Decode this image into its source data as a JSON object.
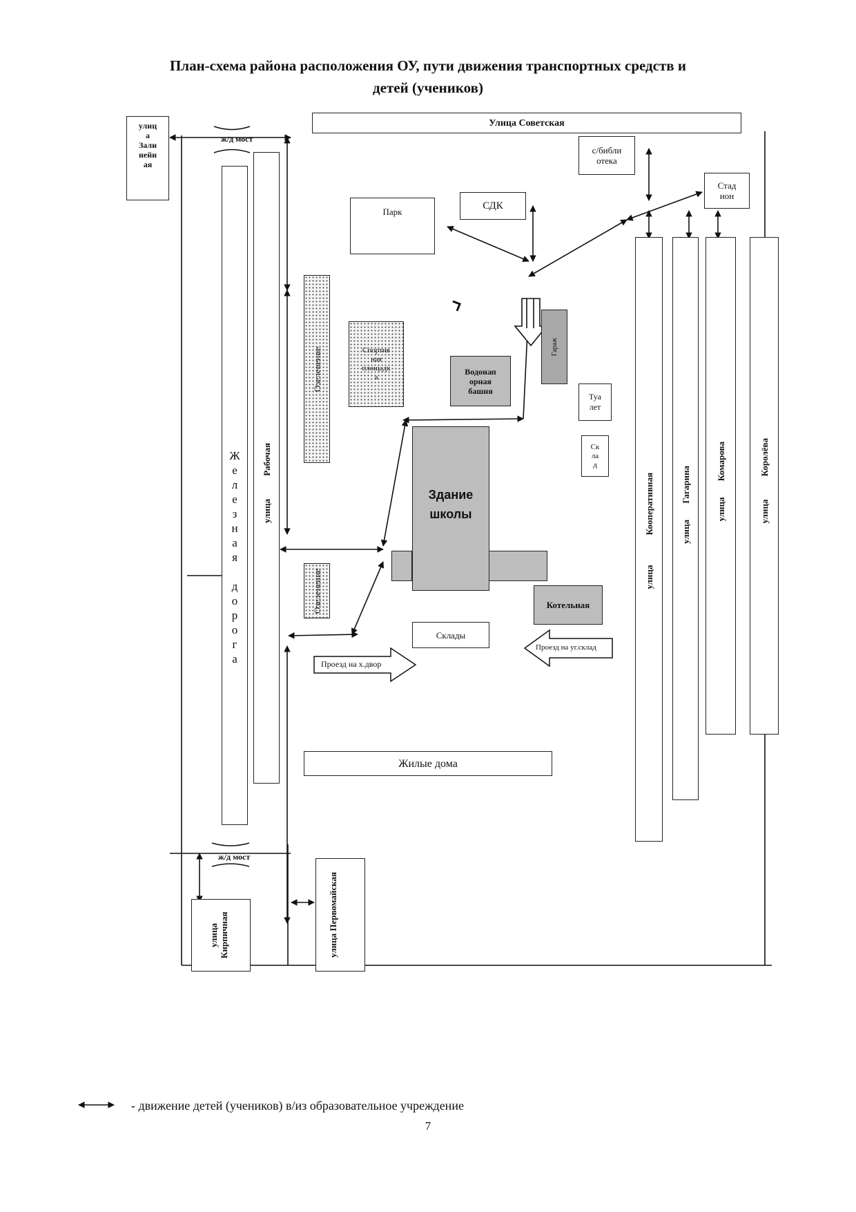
{
  "title": {
    "line1": "План-схема района расположения ОУ, пути движения транспортных средств и",
    "line2": "детей (учеников)"
  },
  "labels": {
    "sovetskaya": "Улица Советская",
    "zalineynaya": "улица Залинейная",
    "zalineynaya_lines": [
      "улиц",
      "а",
      "Зали",
      "нейн",
      "ая"
    ],
    "bridge_top": "ж/д мост",
    "bridge_bottom": "ж/д мост",
    "library_lines": [
      "с/библи",
      "отека"
    ],
    "stadium_lines": [
      "Стад",
      "ион"
    ],
    "park": "Парк",
    "sdk": "СДК",
    "greening_1": "Озеленение",
    "greening_2": "Озеленение",
    "sport_lines": [
      "Спортив",
      "ная",
      "площадк",
      "а"
    ],
    "tower_lines": [
      "Водонап",
      "орная",
      "башня"
    ],
    "garage": "Гараж",
    "toilet_lines": [
      "Туа",
      "лет"
    ],
    "store_lines": [
      "Ск",
      "ла",
      "д"
    ],
    "school_lines": [
      "Здание",
      "школы"
    ],
    "boiler": "Котельная",
    "warehouses": "Склады",
    "drive_yard": "Проезд на х.двор",
    "drive_coal": "Проезд на уг.склад",
    "housing": "Жилые дома",
    "railway_letters": [
      "Ж",
      "е",
      "л",
      "е",
      "з",
      "н",
      "а",
      "я",
      "",
      "д",
      "о",
      "р",
      "о",
      "г",
      "а"
    ],
    "rabochaya": "улица Рабочая",
    "kooperativnaya": "улица Кооперативная",
    "gagarina": "улица Гагарина",
    "komarova": "улица Комарова",
    "koroleva": "улица Королёва",
    "kirpichnaya": "улица Кирпичная",
    "pervomayskaya": "улица Первомайская"
  },
  "legend": {
    "text": "- движение детей (учеников) в/из образовательное учреждение"
  },
  "page_number": "7"
}
